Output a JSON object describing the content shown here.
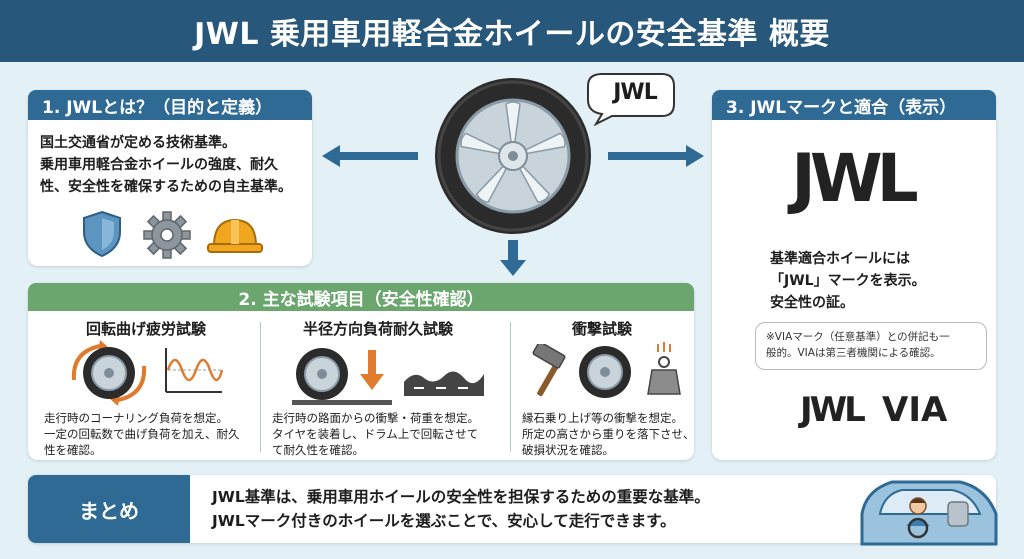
{
  "title": "JWL 乗用車用軽合金ホイールの安全基準 概要",
  "center": {
    "bubble_text": "JWL"
  },
  "section1": {
    "heading": "1. JWLとは？（目的と定義）",
    "lines": [
      "国土交通省が定める技術基準。",
      "乗用車用軽合金ホイールの強度、耐久",
      "性、安全性を確保するための自主基準。"
    ],
    "icons": [
      "shield-icon",
      "gear-icon",
      "hard-hat-icon"
    ]
  },
  "section2": {
    "heading": "2. 主な試験項目（安全性確認）",
    "tests": [
      {
        "title": "回転曲げ疲労試験",
        "desc": [
          "走行時のコーナリング負荷を想定。",
          "一定の回転数で曲げ負荷を加え、耐久",
          "性を確認。"
        ]
      },
      {
        "title": "半径方向負荷耐久試験",
        "desc": [
          "走行時の路面からの衝撃・荷重を想定。",
          "タイヤを装着し、ドラム上で回転させて",
          "て耐久性を確認。"
        ]
      },
      {
        "title": "衝撃試験",
        "desc": [
          "縁石乗り上げ等の衝撃を想定。",
          "所定の高さから重りを落下させ、",
          "破損状況を確認。"
        ]
      }
    ]
  },
  "section3": {
    "heading": "3. JWLマークと適合（表示）",
    "mark": "JWL",
    "lines": [
      "基準適合ホイールには",
      "「JWL」マークを表示。",
      "安全性の証。"
    ],
    "note": [
      "※VIAマーク（任意基準）との併記も一",
      "般的。VIAは第三者機関による確認。"
    ],
    "mark_small": "JWL",
    "via": "VIA"
  },
  "summary": {
    "label": "まとめ",
    "lines": [
      "JWL基準は、乗用車用ホイールの安全性を担保するための重要な基準。",
      "JWLマーク付きのホイールを選ぶことで、安心して走行できます。"
    ]
  },
  "colors": {
    "banner": "#27577a",
    "accent_blue": "#2e6a94",
    "accent_green": "#6aa66e",
    "background": "#e3f1f6",
    "orange": "#e07a2e"
  }
}
